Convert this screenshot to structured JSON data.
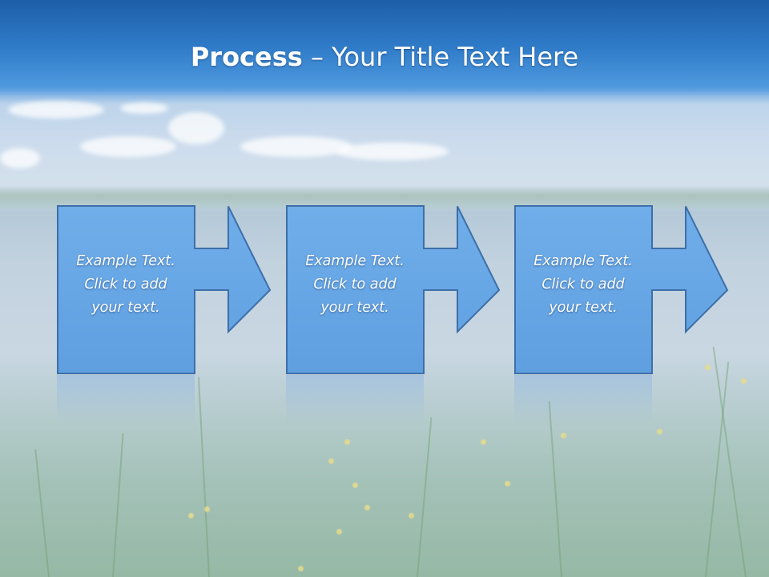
{
  "slide": {
    "title_bold": "Process",
    "title_rest": " – Your Title Text Here"
  },
  "steps": [
    {
      "line1": "Example Text.",
      "line2": "Click  to add",
      "line3": "your text."
    },
    {
      "line1": "Example Text.",
      "line2": "Click  to add",
      "line3": "your text."
    },
    {
      "line1": "Example Text.",
      "line2": "Click  to add",
      "line3": "your text."
    }
  ],
  "colors": {
    "box_fill": "#6aa9e6",
    "box_stroke": "#3d6fa8",
    "title_band": "#2a6db8"
  },
  "icons": [
    "right-arrow-icon"
  ]
}
